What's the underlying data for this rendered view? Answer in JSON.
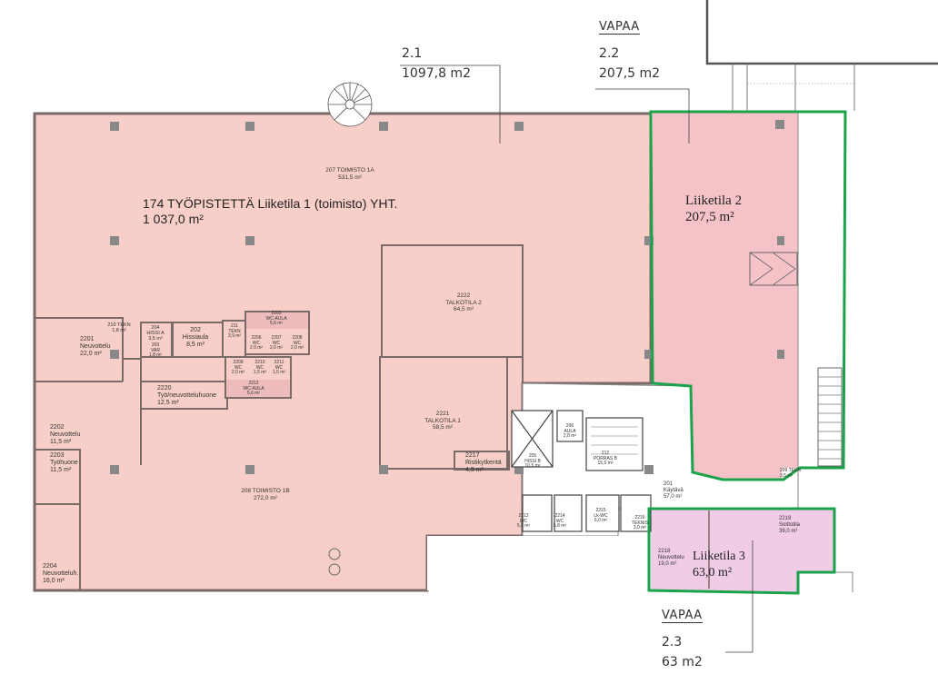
{
  "callouts": {
    "c21": {
      "number": "2.1",
      "area": "1097,8 m2"
    },
    "c22": {
      "status": "VAPAA",
      "number": "2.2",
      "area": "207,5 m2"
    },
    "c23": {
      "status": "VAPAA",
      "number": "2.3",
      "area": "63 m2"
    }
  },
  "spaces": {
    "liiketila1": {
      "line1": "174 TYÖPISTETTÄ Liiketila 1 (toimisto) YHT.",
      "line2": "1 037,0 m²"
    },
    "liiketila2": {
      "name": "Liiketila 2",
      "area": "207,5 m²"
    },
    "liiketila3": {
      "name": "Liiketila 3",
      "area": "63,0 m²"
    }
  },
  "rooms": {
    "r207": {
      "name": "207 TOIMISTO 1A",
      "area": "531,5 m²"
    },
    "r2222": {
      "id": "2222",
      "name": "TALKOTILA 2",
      "area": "64,5 m²"
    },
    "r2221": {
      "id": "2221",
      "name": "TALKOTILA 1",
      "area": "58,5 m²"
    },
    "r2201": {
      "id": "2201",
      "name": "Neuvottelu",
      "area": "22,0 m²"
    },
    "r210": {
      "name": "210 TEKN",
      "area": "1,8 m²"
    },
    "r204": {
      "id": "204",
      "name": "HISSI A",
      "area": "3,5 m²"
    },
    "r203": {
      "id": "203",
      "name": "VAR",
      "area": "1,8 m²"
    },
    "r202": {
      "id": "202",
      "name": "Hissiaula",
      "area": "8,5 m²"
    },
    "r211": {
      "id": "211",
      "name": "TEKN",
      "area": "3,9 m²"
    },
    "r2205": {
      "id": "2205",
      "name": "WC-AULA",
      "area": "5,6 m²"
    },
    "r2206": {
      "id": "2206",
      "name": "WC",
      "area": "2,0 m²"
    },
    "r2207": {
      "id": "2207",
      "name": "WC",
      "area": "2,0 m²"
    },
    "r2208": {
      "id": "2208",
      "name": "WC",
      "area": "2,0 m²"
    },
    "r2209": {
      "id": "2209",
      "name": "WC",
      "area": "2,0 m²"
    },
    "r2210": {
      "id": "2210",
      "name": "WC",
      "area": "1,5 m²"
    },
    "r2211": {
      "id": "2211",
      "name": "WC",
      "area": "1,5 m²"
    },
    "r2212": {
      "id": "2212",
      "name": "WC-AULA",
      "area": "5,6 m²"
    },
    "r2220": {
      "id": "2220",
      "name": "Työ/neuvotteluhuone",
      "area": "12,5 m²"
    },
    "r2202": {
      "id": "2202",
      "name": "Neuvottelu",
      "area": "11,5 m²"
    },
    "r2203": {
      "id": "2203",
      "name": "Työhuone",
      "area": "11,5 m²"
    },
    "r2204": {
      "id": "2204",
      "name": "Neuvotteluh.",
      "area": "16,0 m²"
    },
    "r208": {
      "name": "208 TOIMISTO 1B",
      "area": "272,0 m²"
    },
    "r2217": {
      "id": "2217",
      "name": "Ristikytkentä",
      "area": "4,5 m²"
    },
    "r205": {
      "id": "205",
      "name": "HISSI B",
      "area": "10,5 m²"
    },
    "r206": {
      "id": "206",
      "name": "AULA",
      "area": "2,8 m²"
    },
    "r212": {
      "id": "212",
      "name": "PORRAS B",
      "area": "15,5 m²"
    },
    "r201": {
      "id": "201",
      "name": "Käytävä",
      "area": "57,0 m²"
    },
    "r209": {
      "name": "209 TEKN",
      "area": "3,5 m²"
    },
    "r2213": {
      "id": "2213",
      "name": "WC",
      "area": "5,8 m²"
    },
    "r2214": {
      "id": "2214",
      "name": "WC",
      "area": "5,8 m²"
    },
    "r2215": {
      "id": "2215",
      "name": "Lk-WC",
      "area": "6,0 m²"
    },
    "r2216": {
      "id": "2216",
      "name": "TEKNIS",
      "area": "3,0 m²"
    },
    "r2218": {
      "id": "2218",
      "name": "Neuvottelu",
      "area": "19,0 m²"
    },
    "r2219": {
      "id": "2219",
      "name": "Soittotila",
      "area": "39,0 m²"
    }
  },
  "colors": {
    "office_fill": "#f8cfc8",
    "liiketila2_fill": "#f5c2c7",
    "liiketila3_fill": "#f0cce6",
    "boundary_green": "#1aa34a",
    "wall": "#7a6a68"
  }
}
